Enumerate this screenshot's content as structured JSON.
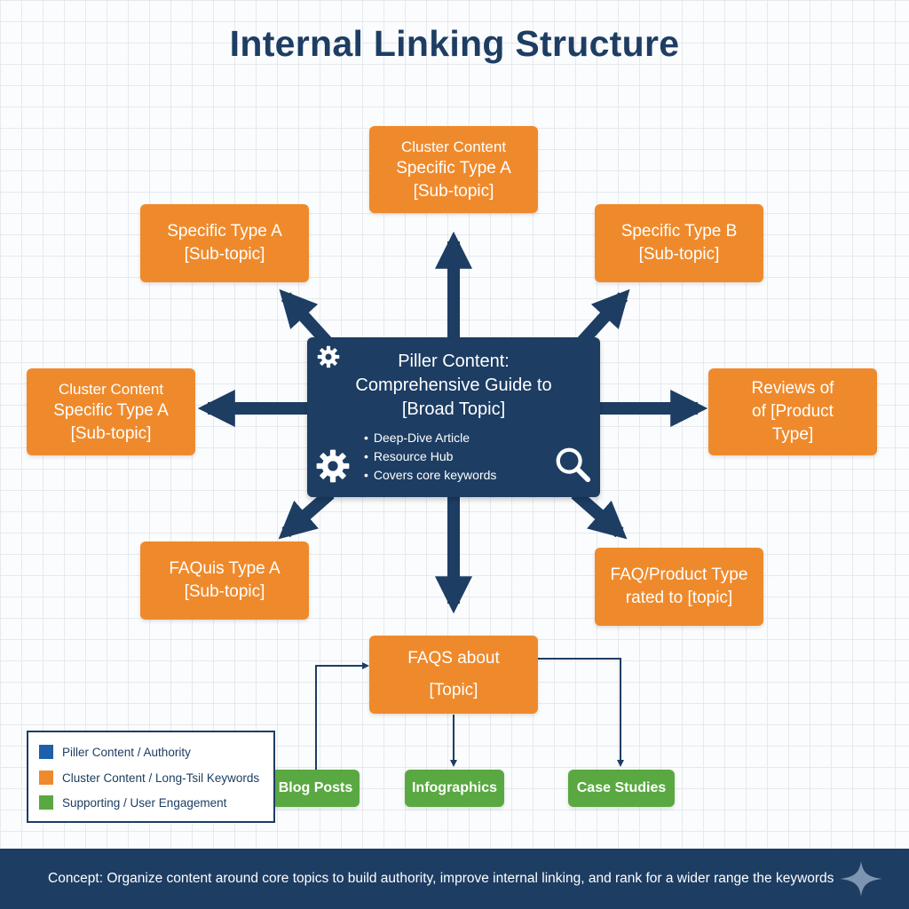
{
  "title": "Internal Linking Structure",
  "colors": {
    "piller": "#1d3d63",
    "cluster": "#ef8a2c",
    "supporting": "#5aa842"
  },
  "pillar": {
    "title_lines": [
      "Piller Content:",
      "Comprehensive Guide to",
      "[Broad Topic]"
    ],
    "bullets": [
      "Deep-Dive Article",
      "Resource Hub",
      "Covers core keywords"
    ],
    "icons": [
      "gear-icon",
      "gear-icon",
      "magnifier-icon"
    ]
  },
  "clusters": {
    "top": [
      "Cluster Content",
      "Specific Type A",
      "[Sub-topic]"
    ],
    "top_left": [
      "Specific Type A",
      "[Sub-topic]"
    ],
    "top_right": [
      "Specific Type B",
      "[Sub-topic]"
    ],
    "left": [
      "Cluster Content",
      "Specific Type A",
      "[Sub-topic]"
    ],
    "right": [
      "Reviews of",
      "of [Product",
      "Type]"
    ],
    "bottom_left": [
      "FAQuis Type A",
      "[Sub-topic]"
    ],
    "bottom_right": [
      "FAQ/Product Type",
      "rated to [topic]"
    ],
    "bottom": [
      "FAQS about",
      "[Topic]"
    ]
  },
  "supporting": [
    "Blog Posts",
    "Infographics",
    "Case Studies"
  ],
  "legend": [
    {
      "label": "Piller Content / Authority",
      "color": "#1d5fa8"
    },
    {
      "label": "Cluster Content / Long-Tsil Keywords",
      "color": "#ef8a2c"
    },
    {
      "label": "Supporting / User Engagement",
      "color": "#5aa842"
    }
  ],
  "footer": "Concept: Organize content around core topics to build authority, improve internal linking, and rank for a wider range the keywords"
}
